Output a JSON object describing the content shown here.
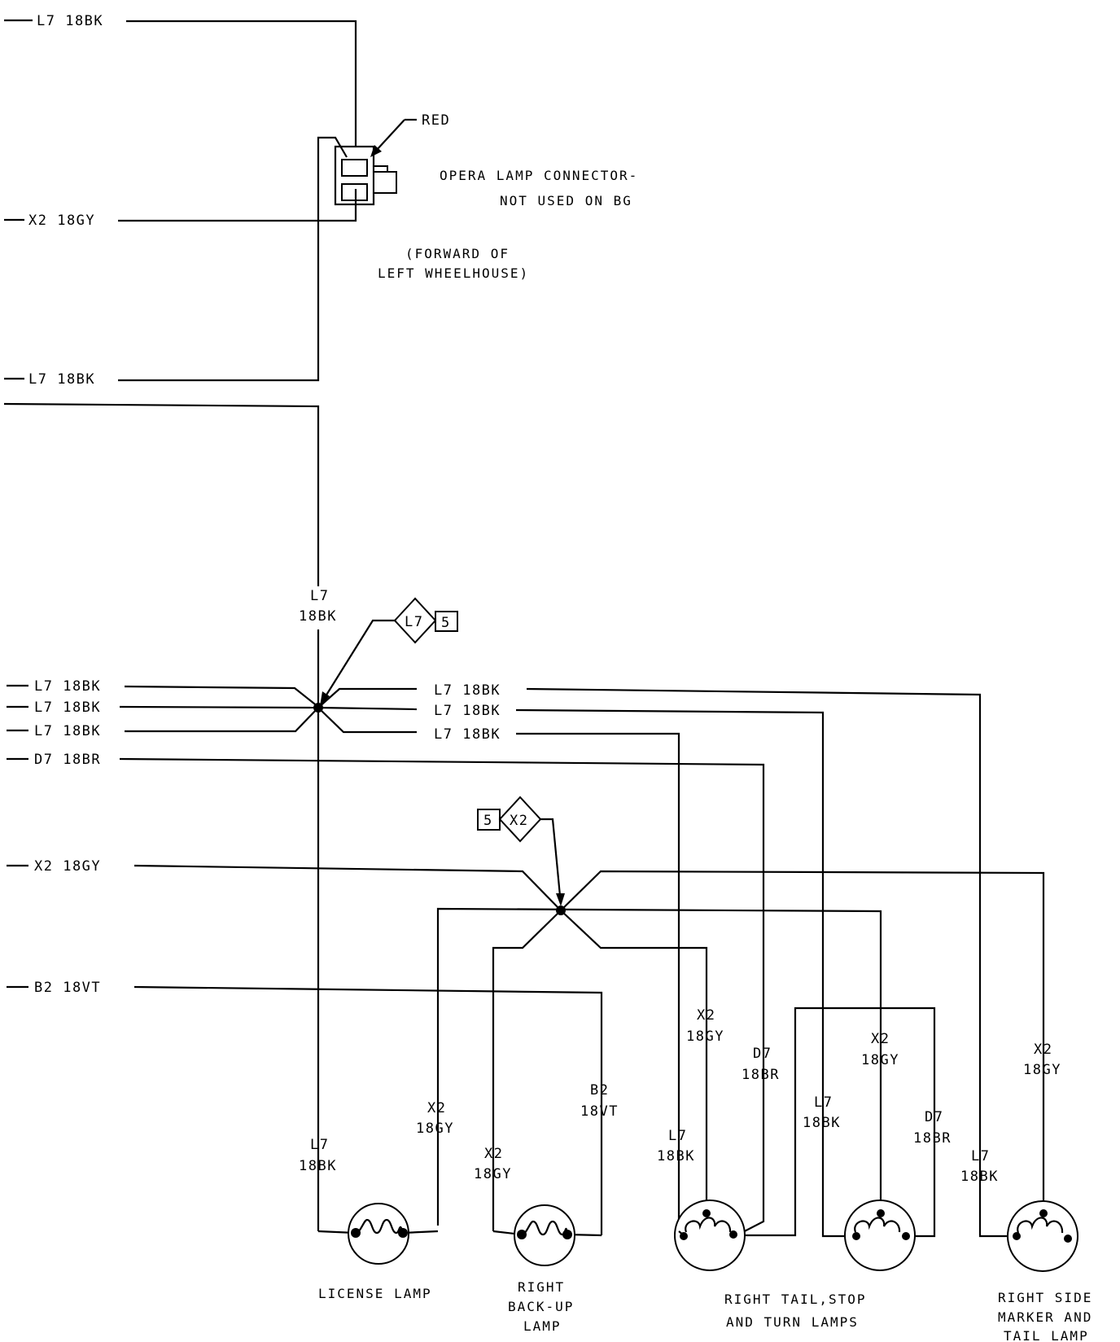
{
  "left_wires": {
    "w1": "L7 18BK",
    "w2": "X2 18GY",
    "w3": "L7 18BK",
    "w4": "L7 18BK",
    "w5": "L7 18BK",
    "w6": "L7 18BK",
    "w7": "D7 18BR",
    "w8": "X2 18GY",
    "w9": "B2 18VT"
  },
  "connector": {
    "red_label": "RED",
    "title_line1": "OPERA LAMP CONNECTOR-",
    "title_line2": "NOT USED ON BG",
    "location_line1": "(FORWARD OF",
    "location_line2": "LEFT WHEELHOUSE)"
  },
  "splice_l7": {
    "code": "L7",
    "num": "5"
  },
  "splice_x2": {
    "code": "X2",
    "num": "5"
  },
  "vertical_labels": {
    "l7_trunk": [
      "L7",
      "18BK"
    ],
    "license_l7": [
      "L7",
      "18BK"
    ],
    "license_x2": [
      "X2",
      "18GY"
    ],
    "backup_x2": [
      "X2",
      "18GY"
    ],
    "backup_b2": [
      "B2",
      "18VT"
    ],
    "tail1_l7": [
      "L7",
      "18BK"
    ],
    "tail1_x2": [
      "X2",
      "18GY"
    ],
    "tail1_d7": [
      "D7",
      "18BR"
    ],
    "tail2_l7": [
      "L7",
      "18BK"
    ],
    "tail2_x2": [
      "X2",
      "18GY"
    ],
    "tail2_d7": [
      "D7",
      "18BR"
    ],
    "marker_l7": [
      "L7",
      "18BK"
    ],
    "marker_x2": [
      "X2",
      "18GY"
    ]
  },
  "mid_wires": {
    "m1": "L7 18BK",
    "m2": "L7 18BK",
    "m3": "L7 18BK"
  },
  "captions": {
    "license": [
      "LICENSE LAMP"
    ],
    "backup": [
      "RIGHT",
      "BACK-UP",
      "LAMP"
    ],
    "tail": [
      "RIGHT TAIL,STOP",
      "AND TURN LAMPS"
    ],
    "marker": [
      "RIGHT SIDE",
      "MARKER AND",
      "TAIL LAMP"
    ]
  }
}
